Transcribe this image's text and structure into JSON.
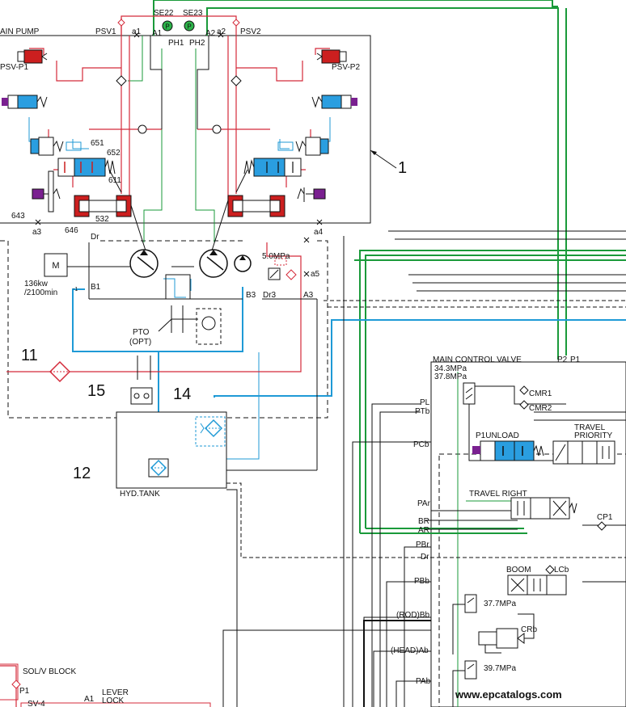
{
  "diagram": {
    "colors": {
      "pilot": "#d42a3a",
      "drain": "#1f9ad6",
      "signal": "#1a9a3a",
      "line": "#111111",
      "valve_blue": "#2a9ee0",
      "actuator_red": "#cc1f1f",
      "solenoid_purple": "#7a2090",
      "gauge_green": "#2db34a"
    },
    "pump_section": {
      "main_pump_label": "AIN PUMP",
      "psv1": "PSV1",
      "psv2": "PSV2",
      "psv_p1": "PSV-P1",
      "psv_p2": "PSV-P2",
      "a1_small": "a1",
      "a2_small": "a2",
      "A1": "A1",
      "A2": "A2",
      "se22": "SE22",
      "se23": "SE23",
      "ph1": "PH1",
      "ph2": "PH2",
      "gauge_letter": "P",
      "n651": "651",
      "n652": "652",
      "n611": "611",
      "n532": "532",
      "n643": "643",
      "n646": "646",
      "a3_small": "a3",
      "a4_small": "a4",
      "callout_1": "1",
      "dr": "Dr"
    },
    "engine": {
      "motor": "M",
      "power": "136kw",
      "speed": "/2100min",
      "speed_sup": "-1",
      "b1": "B1",
      "b3": "B3",
      "dr3": "Dr3",
      "a3_port": "A3",
      "a5": "a5",
      "relief": "5.0MPa",
      "pto": "PTO",
      "pto_opt": "(OPT)"
    },
    "tank": {
      "callout_11": "11",
      "callout_12": "12",
      "callout_14": "14",
      "callout_15": "15",
      "hyd_tank": "HYD.TANK"
    },
    "control_valve": {
      "title": "MAIN CONTROL VALVE",
      "p2": "P2",
      "p1": "P1",
      "p_343": "34.3MPa",
      "p_378": "37.8MPa",
      "cmr1": "CMR1",
      "cmr2": "CMR2",
      "pl": "PL",
      "ptb": "PTb",
      "pcb": "PCb",
      "p1unload": "P1UNLOAD",
      "travel_priority_1": "TRAVEL",
      "travel_priority_2": "PRIORITY",
      "travel_right": "TRAVEL RIGHT",
      "par": "PAr",
      "br": "BR",
      "ar": "AR",
      "pbr": "PBr",
      "dr": "Dr",
      "cp1": "CP1",
      "boom": "BOOM",
      "lcb": "LCb",
      "pbb": "PBb",
      "p_377": "37.7MPa",
      "rod_bb": "(ROD)Bb",
      "crb": "CRb",
      "head_ab": "(HEAD)Ab",
      "p_397": "39.7MPa",
      "pab": "PAb"
    },
    "bottom_left": {
      "solv_block": "SOL/V BLOCK",
      "p1": "P1",
      "sv4": "SV-4",
      "a1": "A1",
      "lever": "LEVER",
      "lock": "LOCK"
    },
    "watermark": "www.epcatalogs.com"
  }
}
